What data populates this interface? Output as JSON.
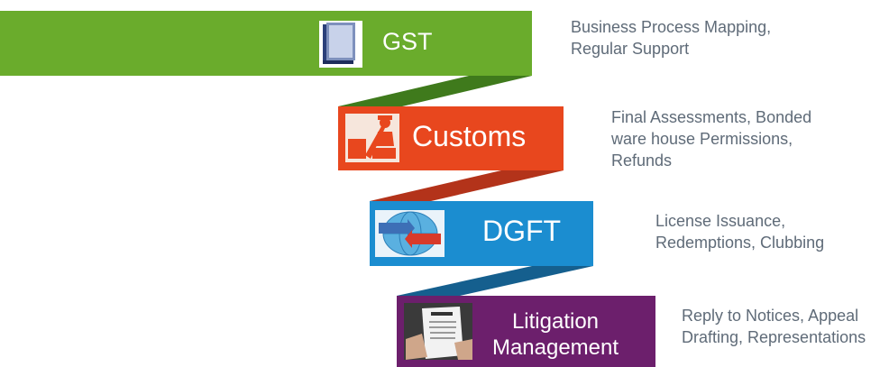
{
  "steps": [
    {
      "title": "GST",
      "color": "#6aac2c",
      "icon": "book-icon",
      "desc": [
        "Business Process Mapping,",
        "Regular Support"
      ]
    },
    {
      "title": "Customs",
      "color": "#e8471e",
      "icon": "customs-officer-icon",
      "desc": [
        "Final Assessments, Bonded",
        "ware house Permissions,",
        "Refunds"
      ]
    },
    {
      "title": "DGFT",
      "color": "#1b8dd0",
      "icon": "export-import-globe-icon",
      "desc": [
        "License Issuance,",
        "Redemptions, Clubbing"
      ]
    },
    {
      "title_lines": [
        "Litigation",
        "Management"
      ],
      "color": "#6c1f6c",
      "icon": "lawsuit-document-icon",
      "desc": [
        "Reply to Notices, Appeal",
        "Drafting, Representations"
      ]
    }
  ],
  "connector_colors": [
    "#3f7a1c",
    "#b3331a",
    "#155f8e"
  ]
}
